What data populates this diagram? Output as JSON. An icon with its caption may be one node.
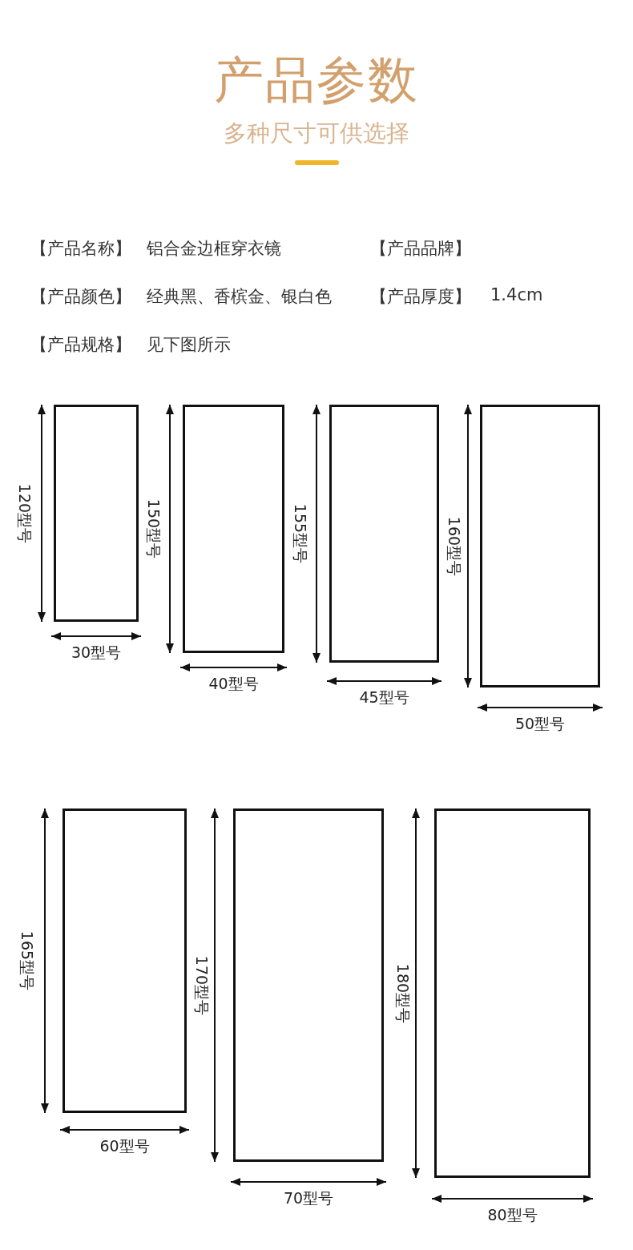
{
  "diagram": {
    "title": "产品参数",
    "caption": "多种尺寸可供选择",
    "nodes": [
      {
        "text": [],
        "shape": "box"
      },
      {
        "text": [],
        "shape": "box"
      },
      {
        "text": [],
        "shape": "box"
      },
      {
        "text": [],
        "shape": "box"
      },
      {
        "text": [],
        "shape": "box"
      },
      {
        "text": [],
        "shape": "box"
      },
      {
        "text": [],
        "shape": "box"
      }
    ],
    "edges": [],
    "labels": [
      "【产品名称】",
      "铝合金边框穿衣镜",
      "【产品品牌】",
      "【产品颜色】",
      "经典黑、香槟金、银白色",
      "【产品厚度】",
      "1.4cm",
      "【产品规格】",
      "见下图所示",
      "120型号",
      "30型号",
      "150型号",
      "40型号",
      "155型号",
      "45型号",
      "160型号",
      "50型号",
      "165型号",
      "60型号",
      "170型号",
      "70型号",
      "180型号",
      "80型号"
    ]
  }
}
